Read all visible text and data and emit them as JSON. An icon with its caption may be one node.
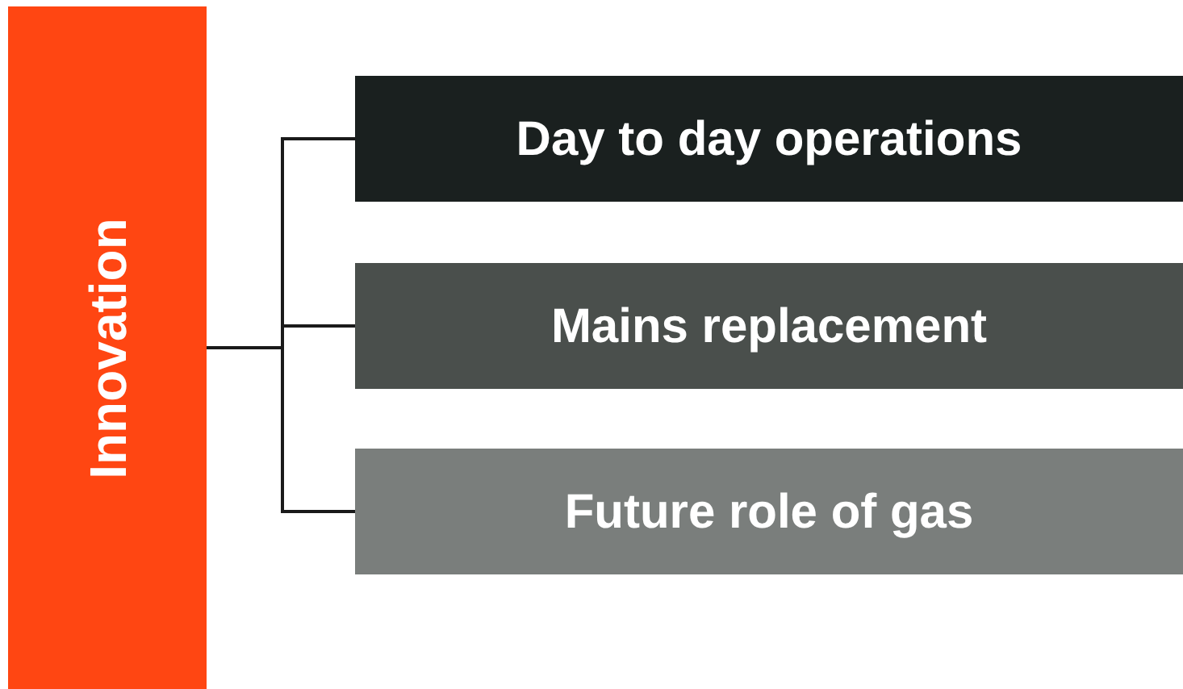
{
  "diagram": {
    "nodes": [
      {
        "text": [
          "Innovation"
        ]
      },
      {
        "text": [
          "Day to day operations"
        ]
      },
      {
        "text": [
          "Mains replacement"
        ]
      },
      {
        "text": [
          "Future role of gas"
        ]
      }
    ],
    "edges": [
      {
        "from": 0,
        "to": 1,
        "arrow": "none"
      },
      {
        "from": 0,
        "to": 2,
        "arrow": "none"
      },
      {
        "from": 0,
        "to": 3,
        "arrow": "none"
      }
    ]
  }
}
